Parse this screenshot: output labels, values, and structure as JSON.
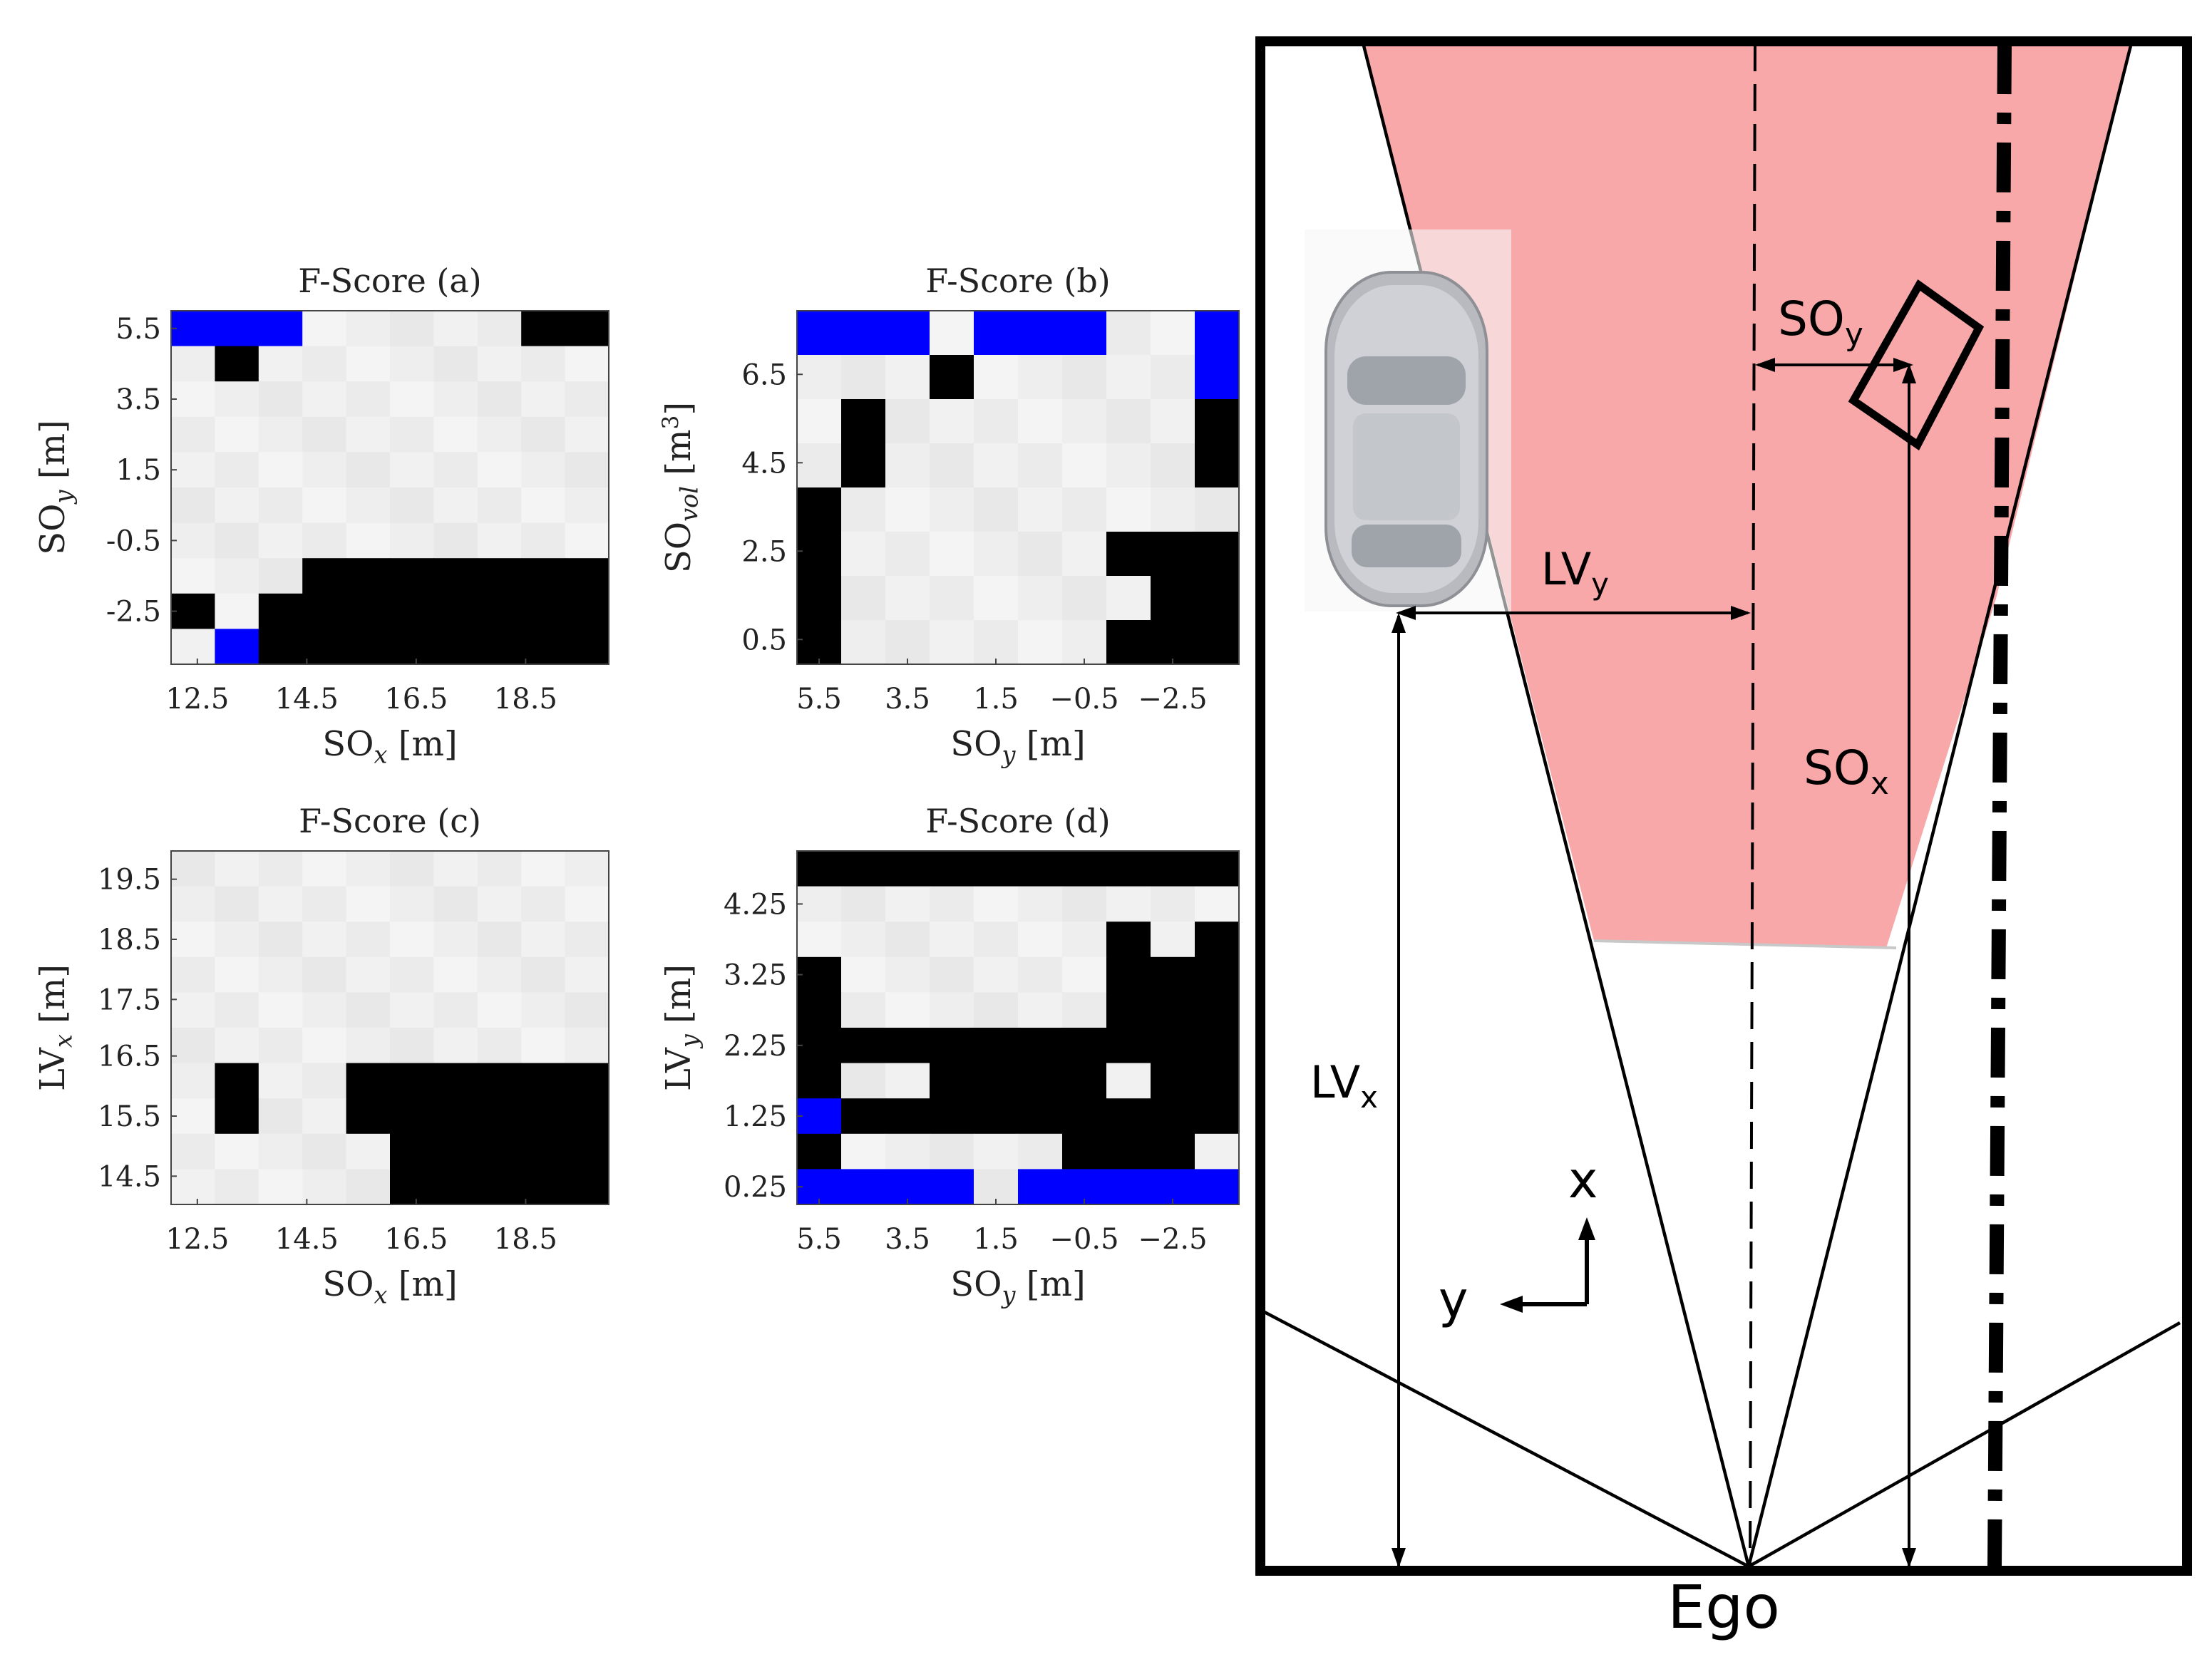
{
  "chart_data": [
    {
      "type": "heatmap",
      "title": "F-Score (a)",
      "xlabel": "SO_x [m]",
      "ylabel": "SO_y [m]",
      "x_ticks": [
        "12.5",
        "14.5",
        "16.5",
        "18.5"
      ],
      "y_ticks": [
        "5.5",
        "3.5",
        "1.5",
        "-0.5",
        "-2.5"
      ],
      "rows": [
        "BBBWWWWWKK",
        "WKWWWWWWWW",
        "WWWWWWWWWW",
        "WWWWWWWWWW",
        "WWWWWWWWWW",
        "WWWWWWWWWW",
        "WWWWWWWWWW",
        "WWWKKKKKKK",
        "KWKKKKKKKK",
        "WBKKKKKKKK"
      ]
    },
    {
      "type": "heatmap",
      "title": "F-Score (b)",
      "xlabel": "SO_y [m]",
      "ylabel": "SO_vol [m^3]",
      "x_ticks": [
        "5.5",
        "3.5",
        "1.5",
        "−0.5",
        "−2.5"
      ],
      "y_ticks": [
        "6.5",
        "4.5",
        "2.5",
        "0.5"
      ],
      "rows": [
        "BBBWBBBWWB",
        "WWWKWWWWWB",
        "WKWWWWWWWK",
        "WKWWWWWWWK",
        "KWWWWWWWWW",
        "KWWWWWWKKK",
        "KWWWWWWWKK",
        "KWWWWWWKKK"
      ]
    },
    {
      "type": "heatmap",
      "title": "F-Score (c)",
      "xlabel": "SO_x [m]",
      "ylabel": "LV_x [m]",
      "x_ticks": [
        "12.5",
        "14.5",
        "16.5",
        "18.5"
      ],
      "y_ticks": [
        "19.5",
        "18.5",
        "17.5",
        "16.5",
        "15.5",
        "14.5"
      ],
      "rows": [
        "WWWWWWWWWW",
        "WWWWWWWWWW",
        "WWWWWWWWWW",
        "WWWWWWWWWW",
        "WWWWWWWWWW",
        "WWWWWWWWWW",
        "WKWWKKKKKK",
        "WKWWKKKKKK",
        "WWWWWKKKKK",
        "WWWWWKKKKK"
      ]
    },
    {
      "type": "heatmap",
      "title": "F-Score (d)",
      "xlabel": "SO_y [m]",
      "ylabel": "LV_y [m]",
      "x_ticks": [
        "5.5",
        "3.5",
        "1.5",
        "−0.5",
        "−2.5"
      ],
      "y_ticks": [
        "4.25",
        "3.25",
        "2.25",
        "1.25",
        "0.25"
      ],
      "rows": [
        "KKKKKKKKKK",
        "WWWWWWWWWW",
        "WWWWWWWKWK",
        "KWWWWWWKKK",
        "KWWWWWWKKK",
        "KKKKKKKKKK",
        "KWWKKKKWKK",
        "BKKKKKKKKK",
        "KWWWWWKKKW",
        "BBBBWBBBBB"
      ]
    }
  ],
  "diagram": {
    "labels": {
      "so_y": "SO",
      "so_y_sub": "y",
      "so_x": "SO",
      "so_x_sub": "x",
      "lv_y": "LV",
      "lv_y_sub": "y",
      "lv_x": "LV",
      "lv_x_sub": "x",
      "axis_x": "x",
      "axis_y": "y",
      "ego": "Ego"
    }
  },
  "colors": {
    "blue": "#0000ff",
    "black": "#000000",
    "cell_light": "#ededed",
    "zone_fill": "#f8a8a8"
  }
}
